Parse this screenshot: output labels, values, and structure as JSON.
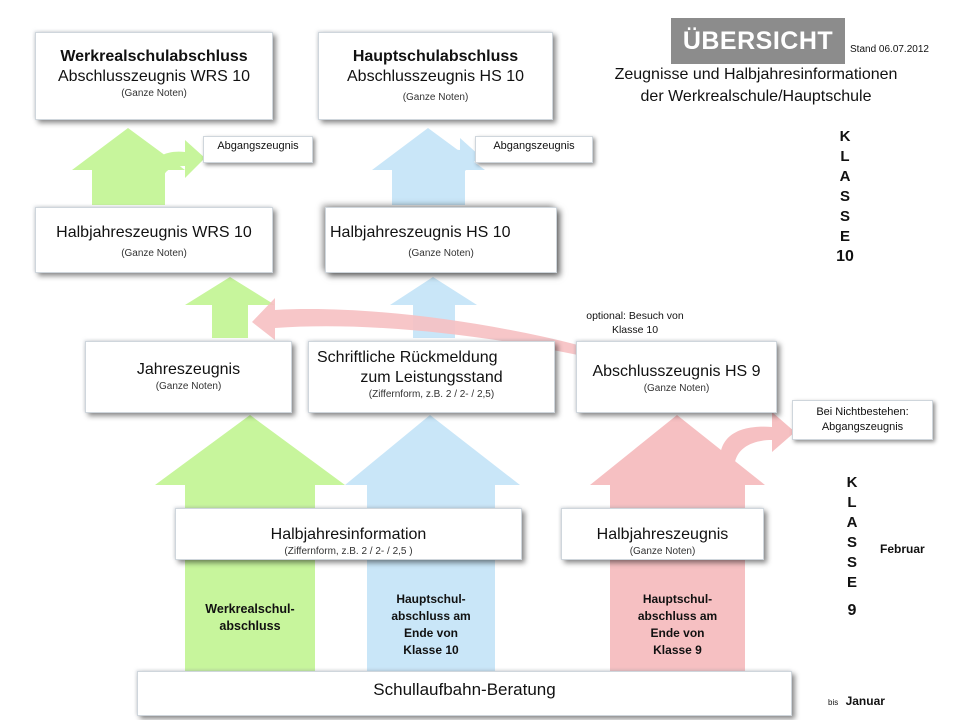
{
  "header": {
    "title": "ÜBERSICHT",
    "stand": "Stand 06.07.2012",
    "subtitle_line1": "Zeugnisse und Halbjahresinformationen",
    "subtitle_line2": "der Werkrealschule/Hauptschule"
  },
  "klasse10": {
    "letters": [
      "K",
      "L",
      "A",
      "S",
      "S",
      "E"
    ],
    "number": "10"
  },
  "klasse9": {
    "letters": [
      "K",
      "L",
      "A",
      "S",
      "S",
      "E"
    ],
    "number": "9"
  },
  "boxes": {
    "wrs_abschluss": {
      "title": "Werkrealschulabschluss",
      "line2": "Abschlusszeugnis WRS 10",
      "note": "(Ganze Noten)"
    },
    "hs_abschluss": {
      "title": "Hauptschulabschluss",
      "line2": "Abschlusszeugnis HS 10",
      "note": "(Ganze Noten)"
    },
    "abgang_left": "Abgangszeugnis",
    "abgang_mid": "Abgangszeugnis",
    "hj_wrs10": {
      "title": "Halbjahreszeugnis WRS 10",
      "note": "(Ganze Noten)"
    },
    "hj_hs10": {
      "title": "Halbjahreszeugnis HS 10",
      "note": "(Ganze Noten)"
    },
    "optional_line1": "optional: Besuch von",
    "optional_line2": "Klasse 10",
    "jahreszeugnis": {
      "title": "Jahreszeugnis",
      "note": "(Ganze Noten)"
    },
    "rueckmeldung": {
      "line1": "Schriftliche Rückmeldung",
      "line2": "zum Leistungsstand",
      "note": "(Ziffernform, z.B. 2 / 2- / 2,5)"
    },
    "abschluss_hs9": {
      "title": "Abschlusszeugnis HS 9",
      "note": "(Ganze  Noten)"
    },
    "nichtbestehen": {
      "line1": "Bei Nichtbestehen:",
      "line2": "Abgangszeugnis"
    },
    "hj_info": {
      "title": "Halbjahresinformation",
      "note": "(Ziffernform, z.B. 2 / 2- / 2,5 )"
    },
    "hj_zeugnis9": {
      "title": "Halbjahreszeugnis",
      "note": "(Ganze Noten)"
    },
    "beratung": "Schullaufbahn-Beratung"
  },
  "columns": {
    "wrs": [
      "Werkrealschul-",
      "abschluss"
    ],
    "hs10": [
      "Hauptschul-",
      "abschluss am",
      "Ende von",
      "Klasse 10"
    ],
    "hs9": [
      "Hauptschul-",
      "abschluss am",
      "Ende von",
      "Klasse 9"
    ]
  },
  "timeline": {
    "februar": "Februar",
    "bis": "bis",
    "januar": "Januar"
  },
  "colors": {
    "green": "#c7f59c",
    "blue": "#c9e6f8",
    "pink": "#f6c0c2",
    "title_bg": "#8c8c8c"
  }
}
